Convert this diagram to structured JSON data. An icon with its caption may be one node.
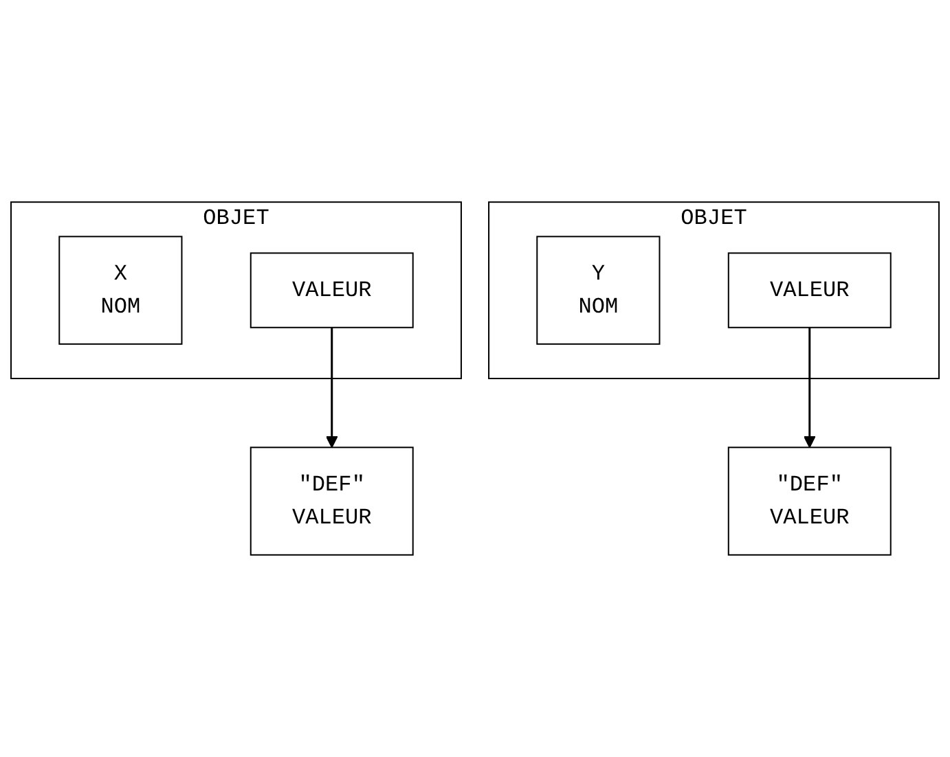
{
  "diagram": {
    "nodes": [
      {
        "text": [
          "OBJET"
        ]
      },
      {
        "text": [
          "X",
          "NOM"
        ],
        "in": 0
      },
      {
        "text": [
          "VALEUR"
        ],
        "in": 0
      },
      {
        "text": [
          "\"DEF\"",
          "VALEUR"
        ]
      },
      {
        "text": [
          "OBJET"
        ]
      },
      {
        "text": [
          "Y",
          "NOM"
        ],
        "in": 4
      },
      {
        "text": [
          "VALEUR"
        ],
        "in": 4
      },
      {
        "text": [
          "\"DEF\"",
          "VALEUR"
        ]
      }
    ],
    "edges": [
      {
        "from": 2,
        "to": 3,
        "arrow": "to"
      },
      {
        "from": 6,
        "to": 7,
        "arrow": "to"
      }
    ]
  }
}
